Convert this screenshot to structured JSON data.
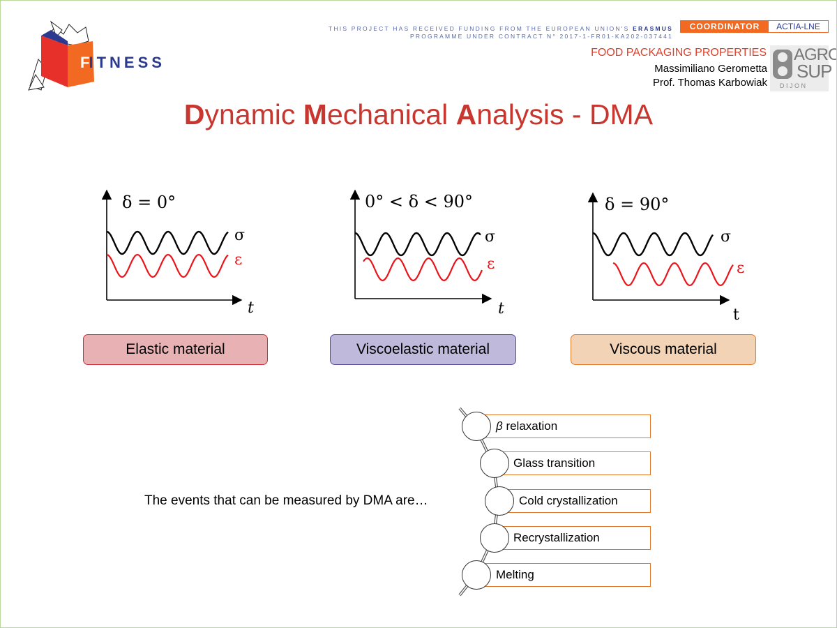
{
  "header": {
    "logo_text": "ITNESS",
    "logo_letter": "F",
    "funding_line1_pre": "THIS PROJECT HAS RECEIVED FUNDING FROM THE EUROPEAN UNION'S ",
    "funding_line1_bold": "ERASMUS",
    "funding_line2": "PROGRAMME UNDER CONTRACT N° 2017-1-FR01-KA202-037441",
    "coordinator_label": "COORDINATOR",
    "coordinator_name": "ACTIA-LNE",
    "section": "FOOD PACKAGING  PROPERTIES",
    "authors": [
      "Massimiliano Gerometta",
      "Prof. Thomas Karbowiak"
    ],
    "agrosup": {
      "line1": "AGRO",
      "line2": "SUP",
      "line3": "D I J O N"
    },
    "colors": {
      "accent": "#c8372f",
      "orange": "#f26a21",
      "navy": "#2b3a8f"
    }
  },
  "title": {
    "d": "D",
    "ynamic": "ynamic ",
    "m": "M",
    "echanical": "echanical ",
    "a": "A",
    "nalysis": "nalysis - DMA"
  },
  "panels": [
    {
      "delta_label": "δ = 0°",
      "stress": "σ",
      "strain": "ε",
      "axis": "t",
      "material": "Elastic material",
      "phase_deg": 0,
      "box_fill": "#e8b1b3",
      "box_border": "#c9303a"
    },
    {
      "delta_label": "0° < δ < 90°",
      "stress": "σ",
      "strain": "ε",
      "axis": "t",
      "material": "Viscoelastic material",
      "phase_deg": 45,
      "box_fill": "#bfb9dc",
      "box_border": "#5b4a9c"
    },
    {
      "delta_label": "δ = 90°",
      "stress": "σ",
      "strain": "ε",
      "axis": "t",
      "material": "Viscous material",
      "phase_deg": 90,
      "box_fill": "#f2d3b5",
      "box_border": "#e07a2a"
    }
  ],
  "events": {
    "caption": "The events that can be measured by DMA are…",
    "items": [
      {
        "symbol": "β",
        "label": " relaxation"
      },
      {
        "symbol": "",
        "label": "Glass transition"
      },
      {
        "symbol": "",
        "label": "Cold crystallization"
      },
      {
        "symbol": "",
        "label": "Recrystallization"
      },
      {
        "symbol": "",
        "label": "Melting"
      }
    ]
  }
}
